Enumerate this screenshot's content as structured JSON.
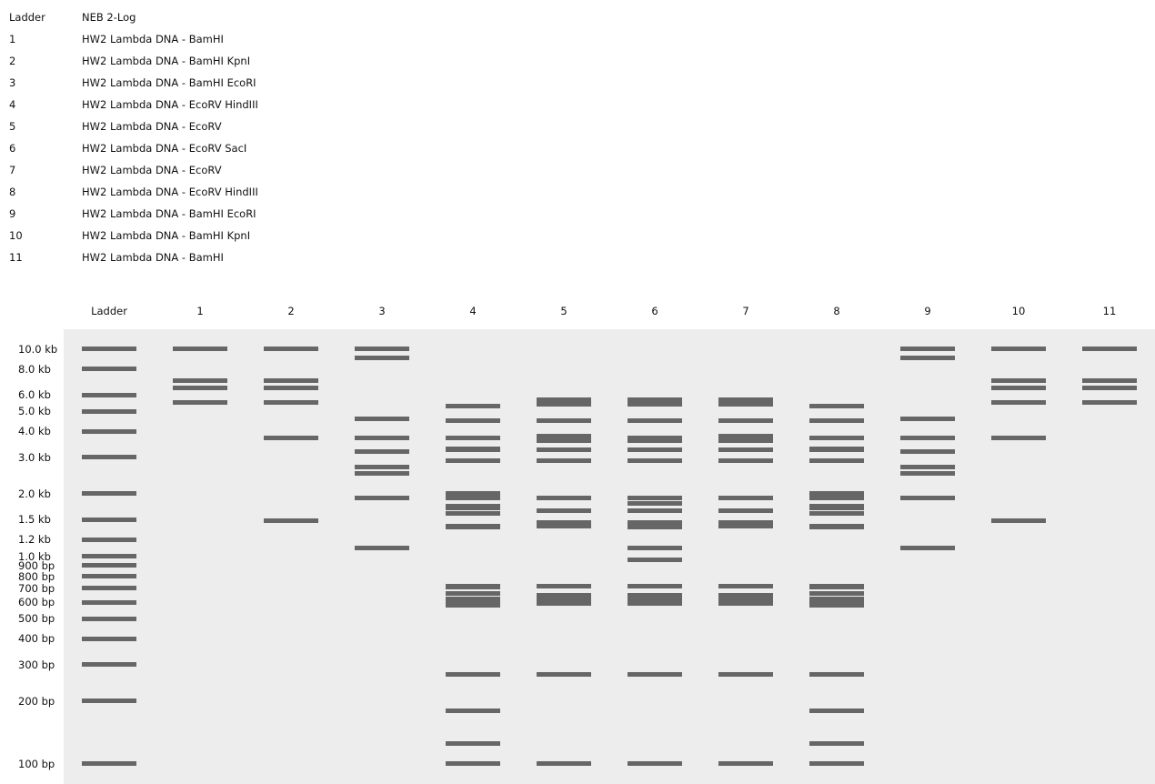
{
  "legend": [
    {
      "key": "Ladder",
      "name": "NEB 2-Log"
    },
    {
      "key": "1",
      "name": "HW2 Lambda DNA - BamHI"
    },
    {
      "key": "2",
      "name": "HW2 Lambda DNA - BamHI KpnI"
    },
    {
      "key": "3",
      "name": "HW2 Lambda DNA - BamHI EcoRI"
    },
    {
      "key": "4",
      "name": "HW2 Lambda DNA - EcoRV HindIII"
    },
    {
      "key": "5",
      "name": "HW2 Lambda DNA - EcoRV"
    },
    {
      "key": "6",
      "name": "HW2 Lambda DNA - EcoRV SacI"
    },
    {
      "key": "7",
      "name": "HW2 Lambda DNA - EcoRV"
    },
    {
      "key": "8",
      "name": "HW2 Lambda DNA - EcoRV HindIII"
    },
    {
      "key": "9",
      "name": "HW2 Lambda DNA - BamHI EcoRI"
    },
    {
      "key": "10",
      "name": "HW2 Lambda DNA - BamHI KpnI"
    },
    {
      "key": "11",
      "name": "HW2 Lambda DNA - BamHI"
    }
  ],
  "lanes": [
    "Ladder",
    "1",
    "2",
    "3",
    "4",
    "5",
    "6",
    "7",
    "8",
    "9",
    "10",
    "11"
  ],
  "ladder_labels": [
    {
      "text": "10.0 kb",
      "bp": 10000
    },
    {
      "text": "8.0 kb",
      "bp": 8000
    },
    {
      "text": "6.0 kb",
      "bp": 6000
    },
    {
      "text": "5.0 kb",
      "bp": 5000
    },
    {
      "text": "4.0 kb",
      "bp": 4000
    },
    {
      "text": "3.0 kb",
      "bp": 3000
    },
    {
      "text": "2.0 kb",
      "bp": 2000
    },
    {
      "text": "1.5 kb",
      "bp": 1500
    },
    {
      "text": "1.2 kb",
      "bp": 1200
    },
    {
      "text": "1.0 kb",
      "bp": 1000
    },
    {
      "text": "900 bp",
      "bp": 900
    },
    {
      "text": "800 bp",
      "bp": 800
    },
    {
      "text": "700 bp",
      "bp": 700
    },
    {
      "text": "600 bp",
      "bp": 600
    },
    {
      "text": "500 bp",
      "bp": 500
    },
    {
      "text": "400 bp",
      "bp": 400
    },
    {
      "text": "300 bp",
      "bp": 300
    },
    {
      "text": "200 bp",
      "bp": 200
    },
    {
      "text": "100 bp",
      "bp": 100
    }
  ],
  "colors": {
    "gel": "#ededed",
    "band": "#666666",
    "background": "#ffffff"
  },
  "band_sizes_bp": [
    [
      10000,
      8000,
      6000,
      5000,
      4000,
      3000,
      2000,
      1500,
      1200,
      1000,
      900,
      800,
      700,
      600,
      500,
      400,
      300,
      200,
      100
    ],
    [
      10000,
      7000,
      6500,
      5500
    ],
    [
      10000,
      7000,
      6500,
      5500,
      3700,
      1480
    ],
    [
      10000,
      9000,
      4600,
      3700,
      3200,
      2700,
      2500,
      1900,
      1100
    ],
    [
      5300,
      4500,
      3700,
      3300,
      3250,
      2900,
      2000,
      1900,
      1750,
      1700,
      1600,
      1400,
      1380,
      720,
      710,
      660,
      620,
      600,
      580,
      270,
      180,
      125,
      100
    ],
    [
      5700,
      5400,
      4500,
      3800,
      3700,
      3600,
      3250,
      2900,
      1900,
      1650,
      1450,
      1400,
      720,
      650,
      620,
      590,
      270,
      100
    ],
    [
      5700,
      5400,
      4500,
      3700,
      3650,
      3600,
      3250,
      2900,
      1900,
      1800,
      1650,
      1450,
      1400,
      1380,
      1100,
      960,
      720,
      650,
      620,
      590,
      270,
      100
    ],
    [
      5700,
      5400,
      4500,
      3800,
      3700,
      3600,
      3250,
      2900,
      1900,
      1650,
      1450,
      1400,
      720,
      650,
      620,
      590,
      270,
      100
    ],
    [
      5300,
      4500,
      3700,
      3300,
      3250,
      2900,
      2000,
      1900,
      1750,
      1700,
      1600,
      1400,
      1380,
      720,
      710,
      660,
      620,
      600,
      580,
      270,
      180,
      125,
      100
    ],
    [
      10000,
      9000,
      4600,
      3700,
      3200,
      2700,
      2500,
      1900,
      1100
    ],
    [
      10000,
      7000,
      6500,
      5500,
      3700,
      1480
    ],
    [
      10000,
      7000,
      6500,
      5500
    ]
  ]
}
